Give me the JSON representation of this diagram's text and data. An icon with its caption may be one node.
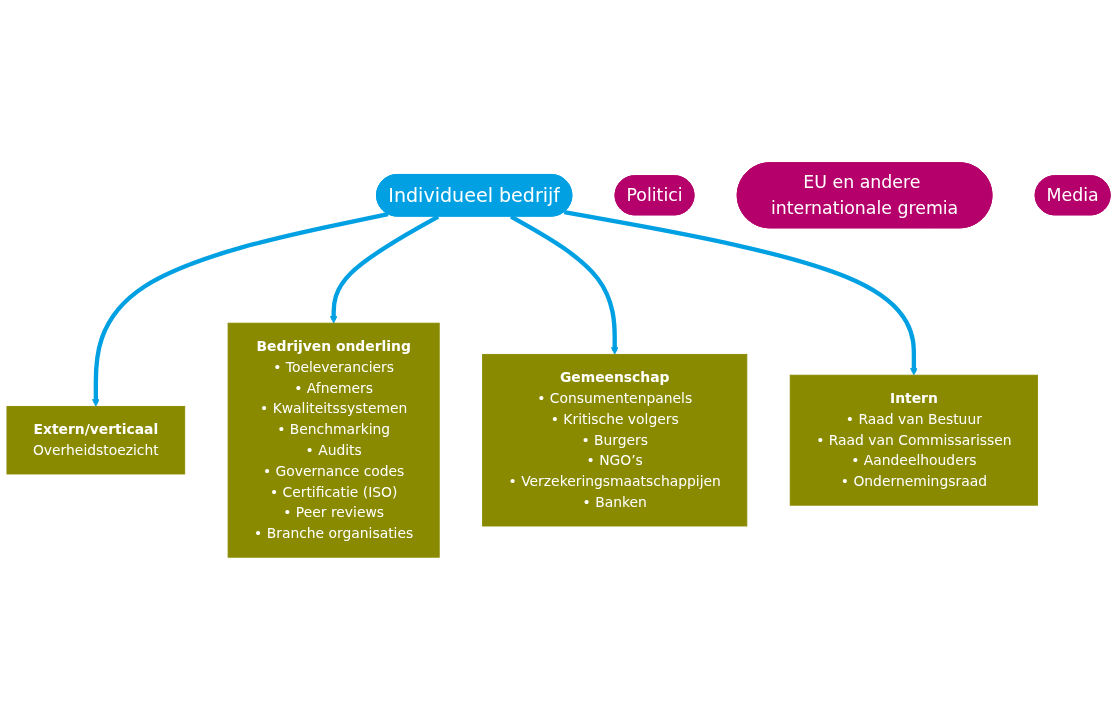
{
  "diagram": {
    "nodes": [
      {
        "text": [
          "Politici"
        ]
      },
      {
        "text": [
          "Extern/verticaal",
          "Overheidstoezicht"
        ]
      },
      {
        "text": [
          "EU en andere internationale gremia"
        ]
      },
      {
        "text": [
          "Bedrijven onderling",
          "• Toeleveranciers",
          "• Afnemers",
          "• Kwaliteitssystemen",
          "• Benchmarking",
          "• Audits",
          "• Governance codes",
          "• Certificatie (ISO)",
          "• Peer reviews",
          "• Branche organisaties"
        ]
      },
      {
        "text": [
          "Individueel bedrijf"
        ]
      },
      {
        "text": [
          "Gemeenschap",
          "• Consumentenpanels",
          "• Kritische volgers",
          "• Burgers",
          "• NGO’s",
          "• Verzekeringsmaatschappijen",
          "• Banken"
        ]
      },
      {
        "text": [
          "Intern",
          "• Raad van Bestuur",
          "• Raad van Commissarissen",
          "• Aandeelhouders",
          "• Ondernemingsraad"
        ]
      },
      {
        "text": [
          "Media"
        ]
      }
    ],
    "edges": [
      {
        "from": 4,
        "to": 1,
        "arrow": "to"
      },
      {
        "from": 4,
        "to": 3,
        "arrow": "to"
      },
      {
        "from": 4,
        "to": 5,
        "arrow": "to"
      },
      {
        "from": 4,
        "to": 6,
        "arrow": "to"
      }
    ]
  }
}
